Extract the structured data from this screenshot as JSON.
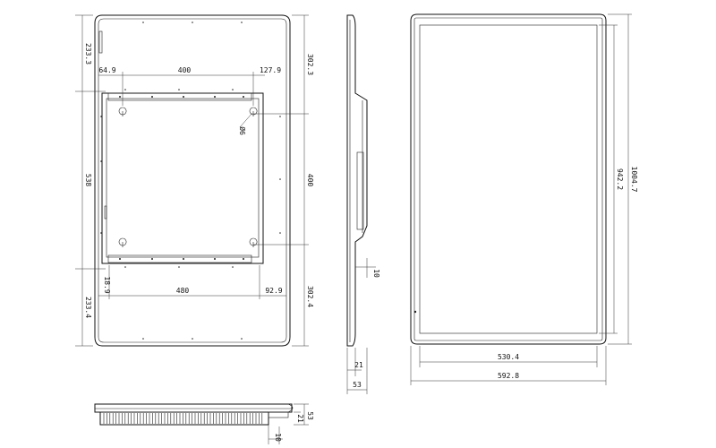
{
  "front_view": {
    "dims": {
      "top_left_vertical": "233.3",
      "bottom_left_vertical": "233.4",
      "left_vertical_mid": "538",
      "right_top_vertical": "302.3",
      "right_mid_vertical": "400",
      "right_bottom_vertical": "302.4",
      "top_offset_left": "64.9",
      "top_span": "400",
      "top_offset_right": "127.9",
      "hole_diameter": "Ø6",
      "bottom_offset_left": "18.9",
      "bottom_span": "480",
      "bottom_offset_right": "92.9"
    }
  },
  "side_view": {
    "dims": {
      "mount_offset": "10",
      "bezel_depth": "21",
      "total_depth": "53"
    }
  },
  "rear_view": {
    "dims": {
      "inner_height": "942.2",
      "outer_height": "1004.7",
      "inner_width": "530.4",
      "outer_width": "592.8"
    }
  },
  "bottom_view": {
    "dims": {
      "height": "53",
      "lip": "21",
      "offset": "10"
    }
  }
}
